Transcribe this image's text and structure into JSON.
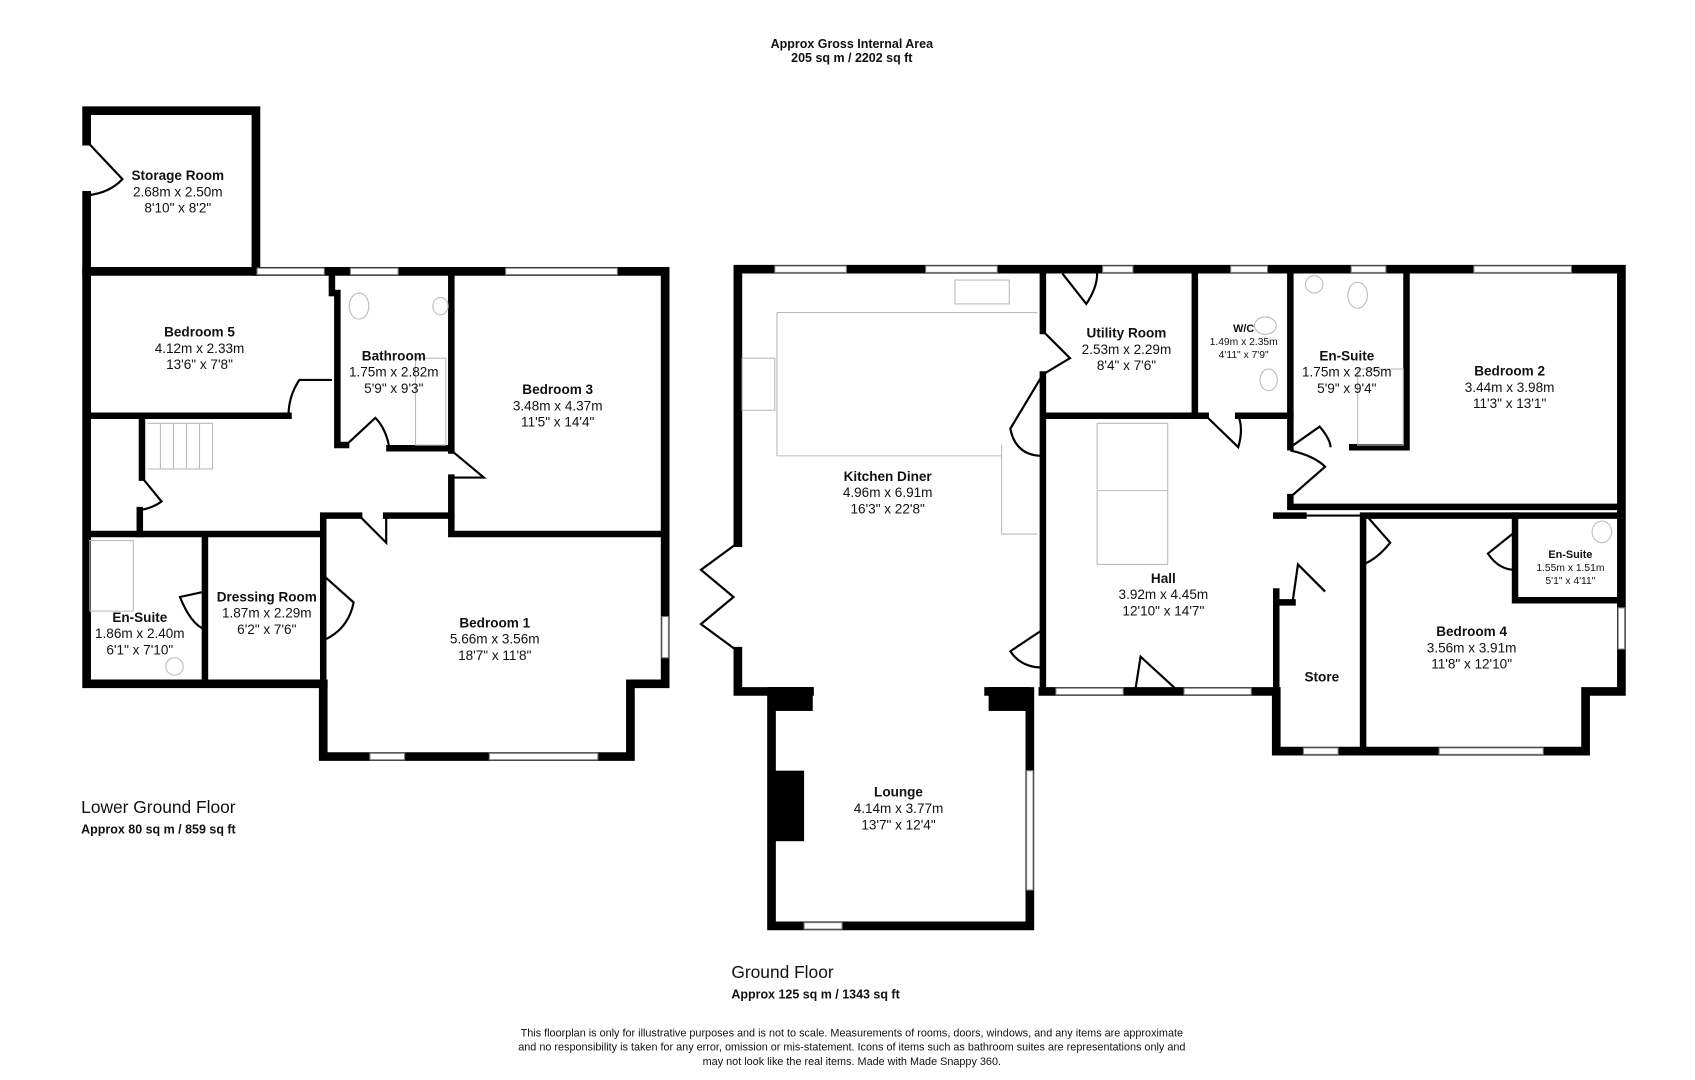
{
  "header": {
    "line1": "Approx Gross Internal Area",
    "line2": "205 sq m / 2202 sq ft"
  },
  "floors": [
    {
      "name": "Lower Ground Floor",
      "area": "Approx 80 sq m / 859 sq ft"
    },
    {
      "name": "Ground Floor",
      "area": "Approx 125 sq m / 1343 sq ft"
    }
  ],
  "rooms": [
    {
      "name": "Storage Room",
      "metric": "2.68m x 2.50m",
      "imperial": "8'10\" x 8'2\""
    },
    {
      "name": "Bedroom 5",
      "metric": "4.12m x 2.33m",
      "imperial": "13'6\" x 7'8\""
    },
    {
      "name": "Bathroom",
      "metric": "1.75m x 2.82m",
      "imperial": "5'9\" x 9'3\""
    },
    {
      "name": "Bedroom 3",
      "metric": "3.48m x 4.37m",
      "imperial": "11'5\" x 14'4\""
    },
    {
      "name": "En-Suite",
      "metric": "1.86m x 2.40m",
      "imperial": "6'1\" x 7'10\""
    },
    {
      "name": "Dressing Room",
      "metric": "1.87m x 2.29m",
      "imperial": "6'2\" x 7'6\""
    },
    {
      "name": "Bedroom 1",
      "metric": "5.66m x 3.56m",
      "imperial": "18'7\" x 11'8\""
    },
    {
      "name": "Kitchen Diner",
      "metric": "4.96m x 6.91m",
      "imperial": "16'3\" x 22'8\""
    },
    {
      "name": "Lounge",
      "metric": "4.14m x 3.77m",
      "imperial": "13'7\" x 12'4\""
    },
    {
      "name": "Utility Room",
      "metric": "2.53m x 2.29m",
      "imperial": "8'4\" x 7'6\""
    },
    {
      "name": "W/C",
      "metric": "1.49m x 2.35m",
      "imperial": "4'11\" x 7'9\""
    },
    {
      "name": "En-Suite",
      "metric": "1.75m x 2.85m",
      "imperial": "5'9\" x 9'4\""
    },
    {
      "name": "Bedroom 2",
      "metric": "3.44m x 3.98m",
      "imperial": "11'3\" x 13'1\""
    },
    {
      "name": "Hall",
      "metric": "3.92m x 4.45m",
      "imperial": "12'10\" x 14'7\""
    },
    {
      "name": "Store"
    },
    {
      "name": "Bedroom 4",
      "metric": "3.56m x 3.91m",
      "imperial": "11'8\" x 12'10\""
    },
    {
      "name": "En-Suite",
      "metric": "1.55m x 1.51m",
      "imperial": "5'1\" x 4'11\""
    }
  ],
  "disclaimer": [
    "This floorplan is only for illustrative purposes and is not to scale. Measurements of rooms, doors, windows, and any items are approximate",
    "and no responsibility is taken for any error, omission or mis-statement. Icons of items such as bathroom suites are representations only and",
    "may not look like the real items. Made with Made Snappy 360."
  ]
}
